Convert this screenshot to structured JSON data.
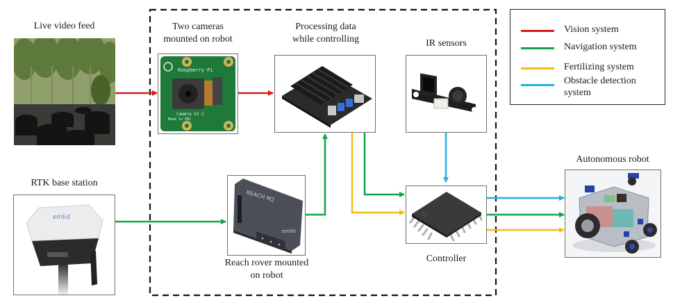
{
  "diagram": {
    "colors": {
      "vision": "#d7191c",
      "navigation": "#12a34a",
      "fertilizing": "#f3bd16",
      "obstacle": "#1fb0e4",
      "boundary": "#111111",
      "box_border": "#6e6e6e"
    },
    "nodes": {
      "live_video": {
        "label": "Live video feed",
        "image": "potted-trees-photo"
      },
      "cameras": {
        "label_line1": "Two cameras",
        "label_line2": "mounted on robot",
        "image": "raspberry-pi-camera-module",
        "board_text1": "Raspberry Pi",
        "board_text2": "Camera V2.1",
        "board_text3": "Made in PRC"
      },
      "processing": {
        "label_line1": "Processing data",
        "label_line2": "while controlling",
        "image": "jetson-nano-board"
      },
      "ir": {
        "label": "IR sensors",
        "image": "ir-distance-sensor"
      },
      "rtk": {
        "label": "RTK base station",
        "image": "emlid-gnss-base-station",
        "brand": "emlid"
      },
      "reach": {
        "label_line1": "Reach rover mounted",
        "label_line2": "on robot",
        "image": "emlid-reach-module",
        "brand_text": "REACH M2",
        "brand": "emlid"
      },
      "controller": {
        "label": "Controller",
        "image": "microcontroller-chip"
      },
      "robot": {
        "label": "Autonomous robot",
        "image": "robot-cad-render"
      }
    },
    "legend": [
      {
        "label": "Vision system",
        "color_key": "vision"
      },
      {
        "label": "Navigation system",
        "color_key": "navigation"
      },
      {
        "label": "Fertilizing system",
        "color_key": "fertilizing"
      },
      {
        "label": "Obstacle detection system",
        "color_key": "obstacle"
      }
    ],
    "connections": [
      {
        "from": "live_video",
        "to": "cameras",
        "system": "vision"
      },
      {
        "from": "cameras",
        "to": "processing",
        "system": "vision"
      },
      {
        "from": "rtk",
        "to": "reach",
        "system": "navigation"
      },
      {
        "from": "reach",
        "to": "processing",
        "system": "navigation"
      },
      {
        "from": "processing",
        "to": "controller",
        "system": "navigation"
      },
      {
        "from": "processing",
        "to": "controller",
        "system": "fertilizing"
      },
      {
        "from": "ir",
        "to": "controller",
        "system": "obstacle"
      },
      {
        "from": "controller",
        "to": "robot",
        "system": "obstacle"
      },
      {
        "from": "controller",
        "to": "robot",
        "system": "navigation"
      },
      {
        "from": "controller",
        "to": "robot",
        "system": "fertilizing"
      }
    ]
  }
}
